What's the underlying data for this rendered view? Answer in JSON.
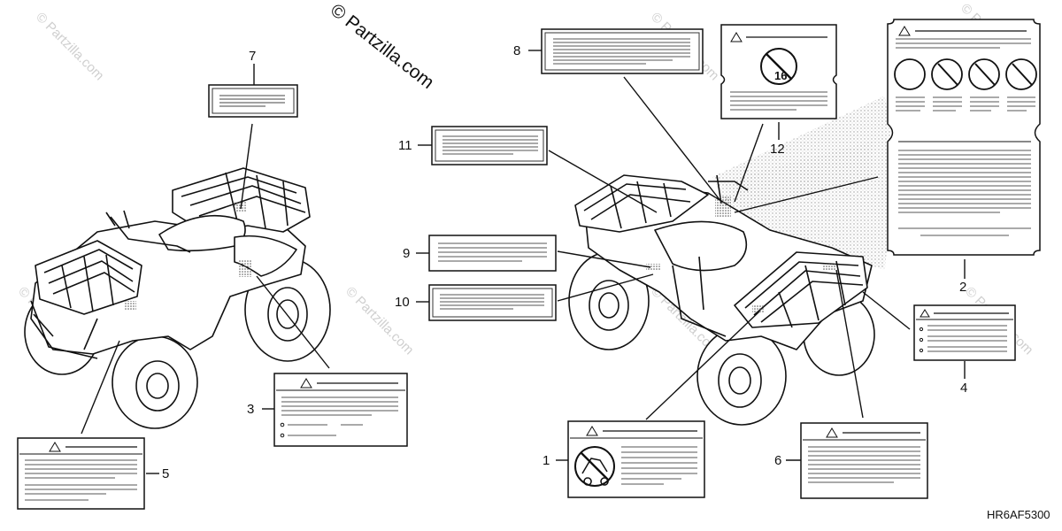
{
  "watermark": {
    "main": "© Partzilla.com",
    "faint": "© Partzilla.com"
  },
  "diagram_code": "HR6AF5300",
  "callouts": {
    "c1": "1",
    "c2": "2",
    "c3": "3",
    "c4": "4",
    "c5": "5",
    "c6": "6",
    "c7": "7",
    "c8": "8",
    "c9": "9",
    "c10": "10",
    "c11": "11",
    "c12": "12"
  },
  "label12_symbol": "16",
  "colors": {
    "line": "#111111",
    "label_fill": "#ffffff",
    "label_shadow": "#7a7a7a",
    "dot_pattern": "#bdbdbd",
    "watermark": "#cfcfcf"
  }
}
